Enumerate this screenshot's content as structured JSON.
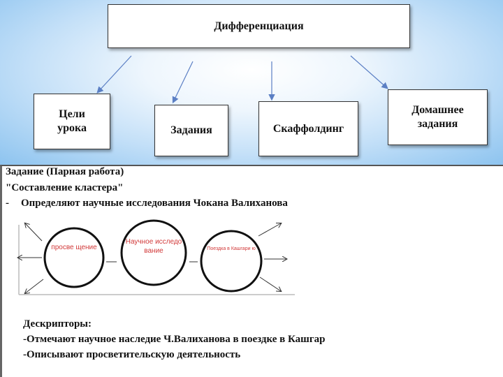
{
  "diagram": {
    "main": "Дифференциация",
    "branches": [
      "Цели урока",
      "Задания",
      "Скаффолдинг",
      "Домашнее задания"
    ]
  },
  "task": {
    "line1": "Задание  (Парная работа)",
    "line2": "\"Составление кластера\"",
    "bullet_dash": "-",
    "bullet": "Определяют научные исследования Чокана Валиханова"
  },
  "cluster": {
    "node1": "просве щение",
    "node2": "Научное исследо вание",
    "node3": "Поездка в Кашгари ю"
  },
  "descriptors": {
    "title": "Дескрипторы:",
    "items": [
      "-Отмечают научное наследие Ч.Валиханова в поездке в Кашгар",
      "-Описывают просветительскую деятельность"
    ]
  },
  "colors": {
    "arrow_blue": "#5b7fc4",
    "cluster_text": "#d23a3a"
  }
}
